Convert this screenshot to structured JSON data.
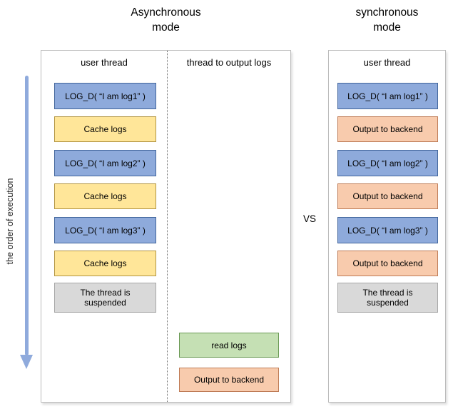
{
  "titles": {
    "async": {
      "line1": "Asynchronous",
      "line2": "mode"
    },
    "sync": {
      "line1": "synchronous",
      "line2": "mode"
    }
  },
  "vs_label": "VS",
  "arrow_label": "the order of execution",
  "colors": {
    "log_fill": "#8EAADB",
    "log_border": "#41659C",
    "cache_fill": "#FFE699",
    "cache_border": "#B29440",
    "suspended_fill": "#D9D9D9",
    "suspended_border": "#A6A6A6",
    "read_fill": "#C5E0B4",
    "read_border": "#6A9955",
    "output_fill": "#F8CBAD",
    "output_border": "#BE7B56",
    "arrow": "#8FAADC",
    "panel_border": "#BBBBBB"
  },
  "async_panel": {
    "user_thread": {
      "header": "user thread",
      "boxes": [
        {
          "type": "log",
          "label": "LOG_D( “I am log1” )"
        },
        {
          "type": "cache",
          "label": "Cache logs"
        },
        {
          "type": "log",
          "label": "LOG_D( “I am log2” )"
        },
        {
          "type": "cache",
          "label": "Cache logs"
        },
        {
          "type": "log",
          "label": "LOG_D( “I am log3” )"
        },
        {
          "type": "cache",
          "label": "Cache logs"
        },
        {
          "type": "suspended",
          "label": "The thread is suspended"
        }
      ]
    },
    "output_thread": {
      "header": "thread to output logs",
      "boxes": [
        {
          "type": "read",
          "label": "read logs"
        },
        {
          "type": "output",
          "label": "Output to backend"
        }
      ]
    }
  },
  "sync_panel": {
    "user_thread": {
      "header": "user thread",
      "boxes": [
        {
          "type": "log",
          "label": "LOG_D( “I am log1” )"
        },
        {
          "type": "output",
          "label": "Output to backend"
        },
        {
          "type": "log",
          "label": "LOG_D( “I am log2” )"
        },
        {
          "type": "output",
          "label": "Output to backend"
        },
        {
          "type": "log",
          "label": "LOG_D( “I am log3” )"
        },
        {
          "type": "output",
          "label": "Output to backend"
        },
        {
          "type": "suspended",
          "label": "The thread is suspended"
        }
      ]
    }
  }
}
